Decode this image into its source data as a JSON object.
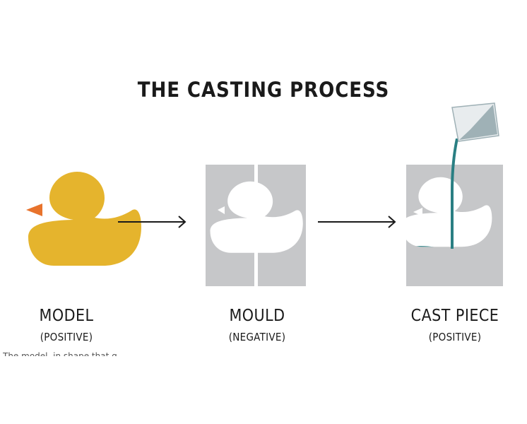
{
  "title": "THE CASTING PROCESS",
  "stages": [
    {
      "label": "MODEL",
      "sublabel": "(POSITIVE)"
    },
    {
      "label": "MOULD",
      "sublabel": "(NEGATIVE)"
    },
    {
      "label": "CAST PIECE",
      "sublabel": "(POSITIVE)"
    }
  ],
  "clipped_caption": "The model, in shape that g...",
  "colors": {
    "duck_yellow": "#e5b42d",
    "beak_orange": "#e8732c",
    "mould_gray": "#c6c7c9",
    "liquid_teal": "#2a7f83",
    "cup_gray": "#9fb1b6",
    "arrow": "#1a1a1a"
  }
}
